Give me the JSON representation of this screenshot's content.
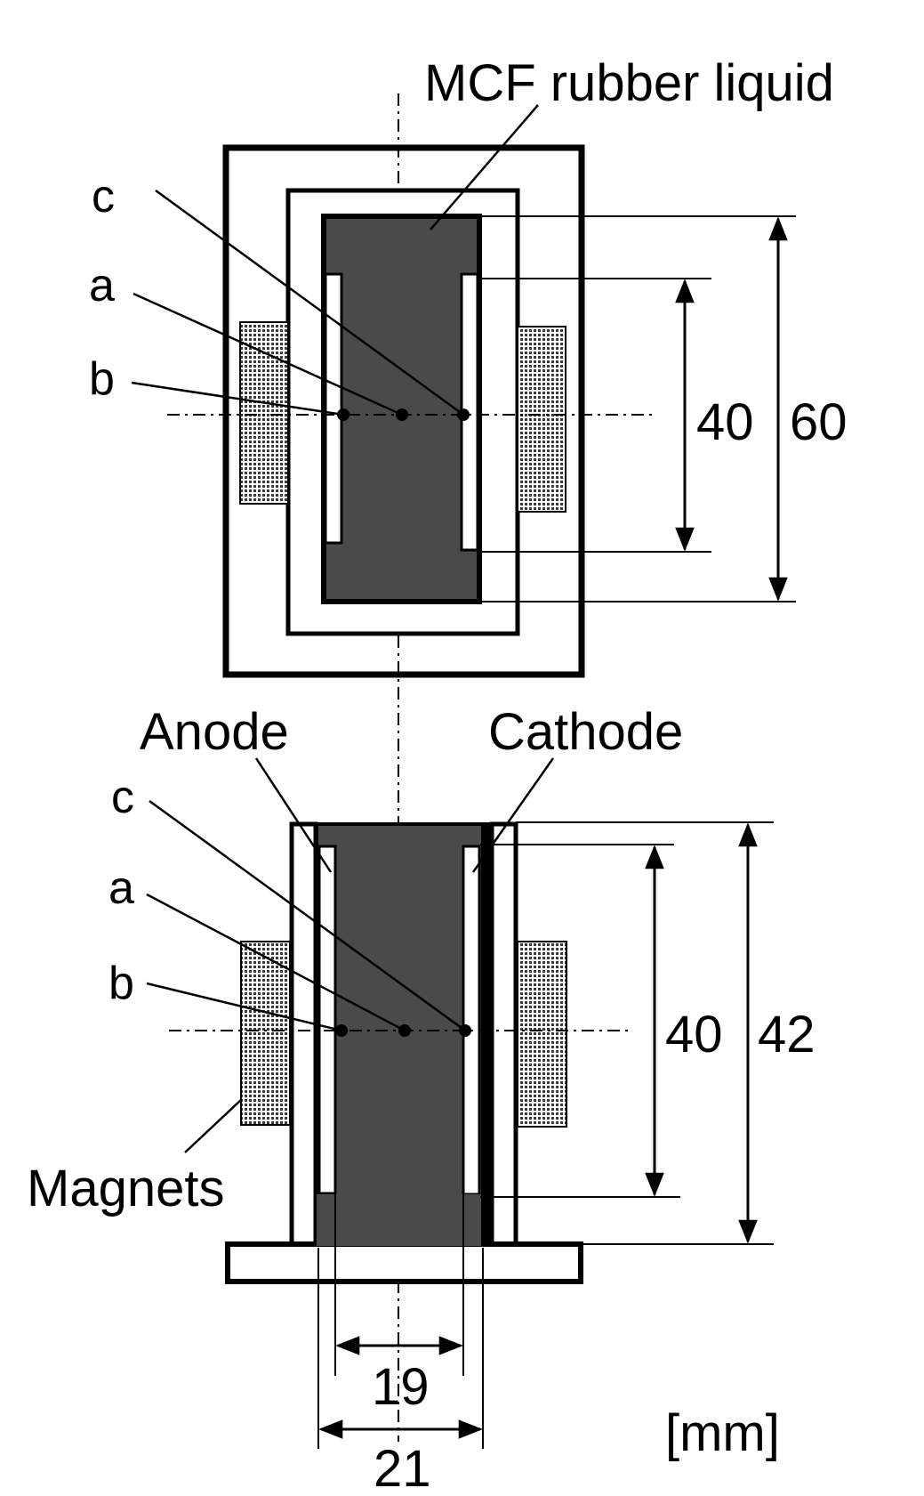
{
  "labels": {
    "mcf": "MCF rubber liquid",
    "top_c": "c",
    "top_a": "a",
    "top_b": "b",
    "top_dim_inner": "40",
    "top_dim_outer": "60",
    "anode": "Anode",
    "cathode": "Cathode",
    "bot_c": "c",
    "bot_a": "a",
    "bot_b": "b",
    "bot_dim_inner": "40",
    "bot_dim_outer": "42",
    "magnets": "Magnets",
    "width_inner": "19",
    "width_outer": "21",
    "unit": "[mm]"
  },
  "colors": {
    "fluid": "#4a4a4a",
    "stroke": "#000000",
    "magnet": "#6f6f6f"
  }
}
